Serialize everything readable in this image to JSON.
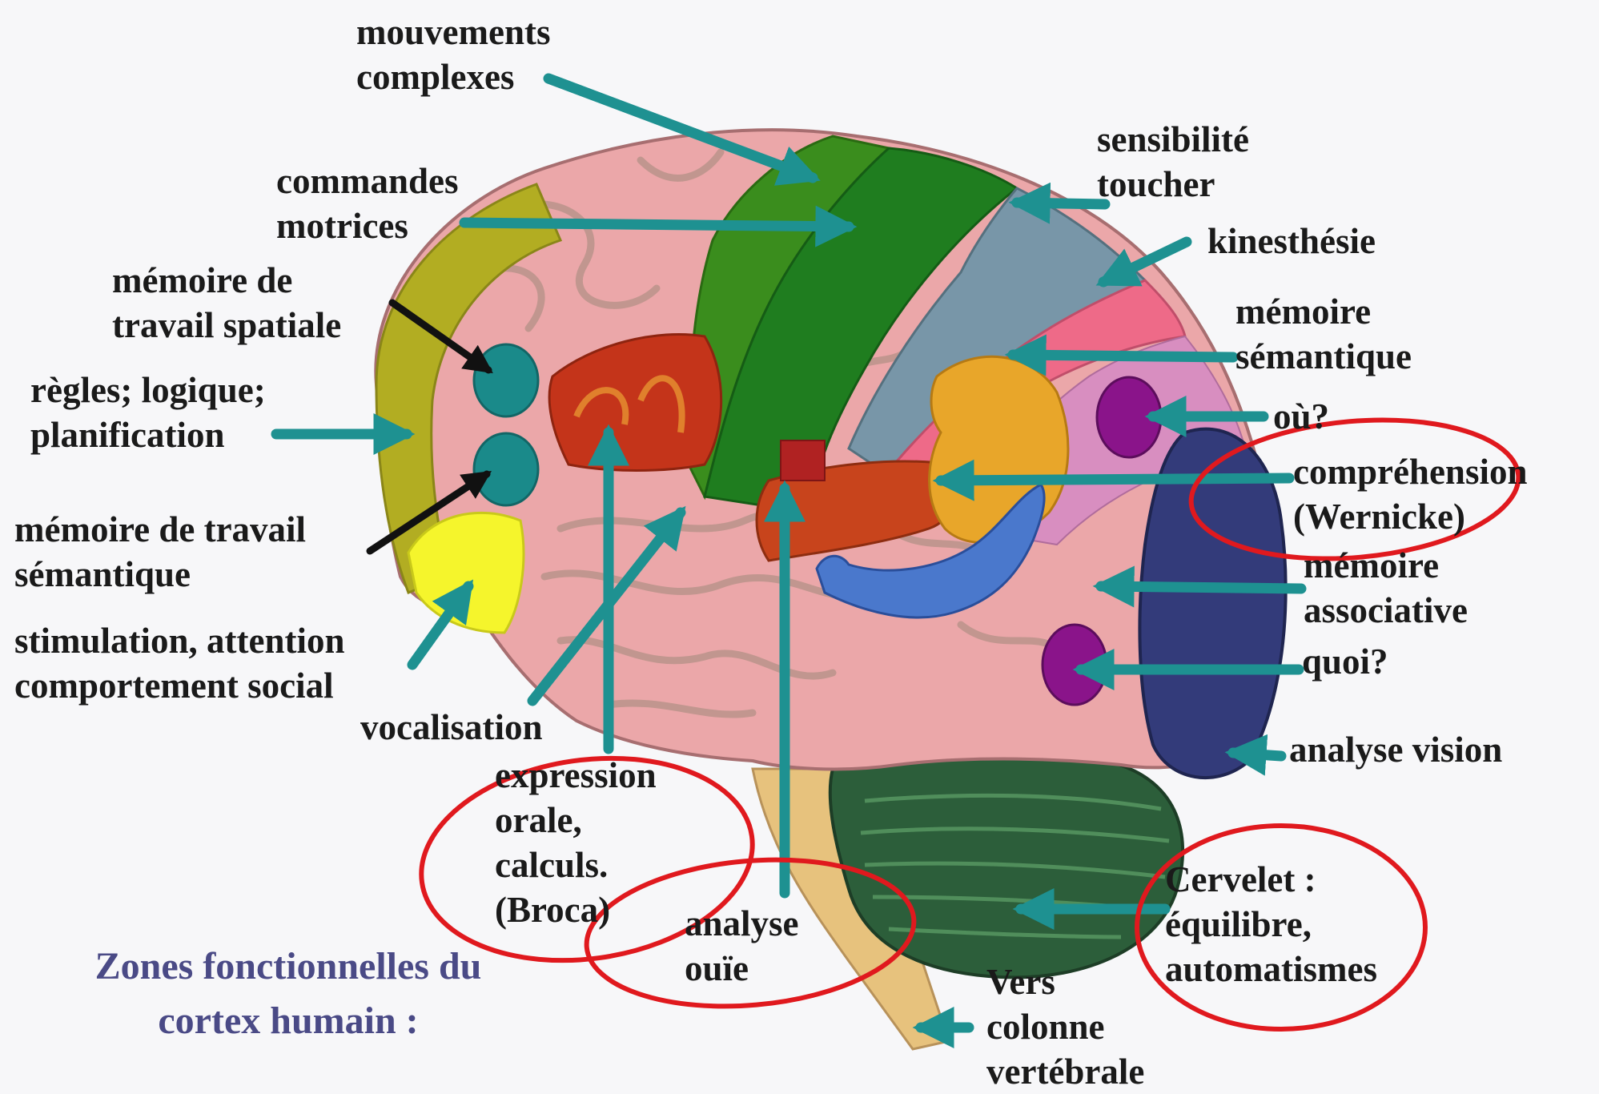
{
  "colors": {
    "arrow_teal": "#1e9191",
    "arrow_black": "#111111",
    "highlight_circle": "#e0191e",
    "brain_pink": "#eba7a9",
    "motor_green": "#228b22",
    "premotor_green": "#3a8d1d",
    "prefrontal_olive": "#b2ad22",
    "yellow_zone": "#f5f52c",
    "broca_red": "#c4341a",
    "wernicke_orange": "#e8a62a",
    "vision_navy": "#333b7a",
    "cerebellum_green": "#2c5e3a",
    "brainstem_tan": "#e7c27d",
    "marker_blue": "#4a78cc",
    "purple_zone": "#8a148a",
    "caption_color": "#4a4a86"
  },
  "labels": {
    "mouvements": [
      "mouvements",
      "complexes"
    ],
    "commandes": [
      "commandes",
      "motrices"
    ],
    "memoire_spatiale": [
      "mémoire de",
      "travail spatiale"
    ],
    "regles": [
      "règles; logique;",
      "planification"
    ],
    "memoire_semantique_travail": [
      "mémoire de travail",
      "sémantique"
    ],
    "stimulation": [
      "stimulation, attention",
      "comportement social"
    ],
    "vocalisation": [
      "vocalisation"
    ],
    "expression": [
      "expression",
      "orale,",
      "calculs.",
      "(Broca)"
    ],
    "analyse_ouie": [
      "analyse",
      "ouïe"
    ],
    "sensibilite": [
      "sensibilité",
      "toucher"
    ],
    "kinesthesie": [
      "kinesthésie"
    ],
    "memoire_semantique": [
      "mémoire",
      "sémantique"
    ],
    "ou": [
      "où?"
    ],
    "comprehension": [
      "compréhension",
      "(Wernicke)"
    ],
    "memoire_associative": [
      "mémoire",
      "associative"
    ],
    "quoi": [
      "quoi?"
    ],
    "analyse_vision": [
      "analyse vision"
    ],
    "cervelet": [
      "Cervelet :",
      "équilibre,",
      "automatismes"
    ],
    "vers_colonne": [
      "Vers",
      "colonne",
      "vertébrale"
    ]
  },
  "caption": [
    "Zones fonctionnelles du",
    "cortex humain :"
  ]
}
